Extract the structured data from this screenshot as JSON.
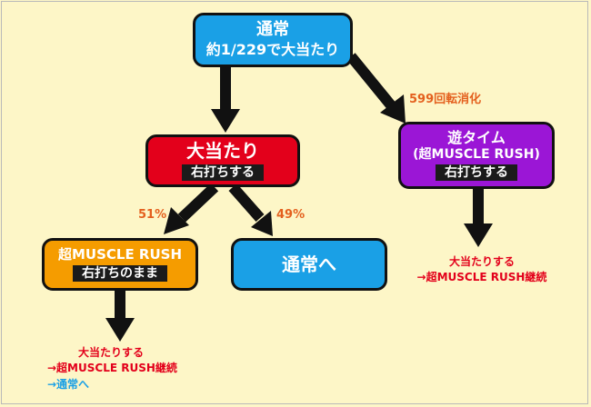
{
  "normal": {
    "title": "通常",
    "sub": "約1/229で大当たり"
  },
  "hit": {
    "title": "大当たり",
    "tag": "右打ちする"
  },
  "asobi": {
    "title": "遊タイム",
    "sub": "(超MUSCLE RUSH)",
    "tag": "右打ちする"
  },
  "rush": {
    "title": "超MUSCLE RUSH",
    "tag": "右打ちのまま"
  },
  "back": {
    "title": "通常へ"
  },
  "labels": {
    "spins": "599回転消化",
    "left_pct": "51%",
    "right_pct": "49%"
  },
  "asobi_result": {
    "line1": "大当たりする",
    "line2": "→超MUSCLE RUSH継続"
  },
  "rush_result": {
    "line1": "大当たりする",
    "line2": "→超MUSCLE RUSH継続",
    "line3": "→通常へ"
  },
  "colors": {
    "normal": "#1aa0e6",
    "hit": "#e3001b",
    "asobi": "#9b16d6",
    "rush": "#f59c00",
    "label": "#e4601e"
  }
}
